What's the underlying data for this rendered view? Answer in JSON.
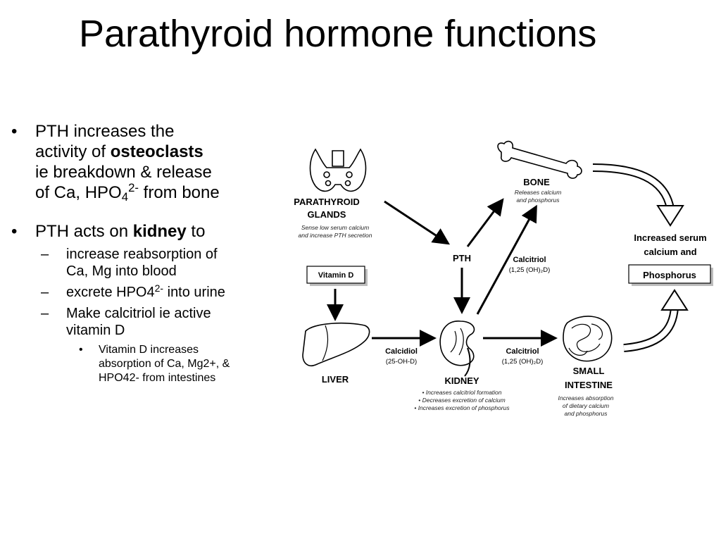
{
  "title": "Parathyroid hormone functions",
  "bullets": {
    "b1": {
      "line1": "PTH increases the",
      "line2_pre": "activity of ",
      "line2_bold": "osteoclasts",
      "line3": "ie breakdown & release",
      "line4_pre": "of Ca, HPO",
      "line4_sub": "4",
      "line4_sup": "2-",
      "line4_post": " from bone"
    },
    "b2": {
      "text_pre": "PTH acts on ",
      "text_bold": "kidney",
      "text_post": " to",
      "sub1_line1": "increase reabsorption of",
      "sub1_line2": "Ca, Mg into blood",
      "sub2_pre": "excrete HPO4",
      "sub2_sup": "2-",
      "sub2_post": " into urine",
      "sub3_line1": "Make calcitriol ie active",
      "sub3_line2": "vitamin D",
      "subsub_line1": "Vitamin D increases",
      "subsub_line2": "absorption of Ca, Mg2+, &",
      "subsub_line3": "HPO42- from intestines"
    }
  },
  "diagram": {
    "parathyroid_l1": "PARATHYROID",
    "parathyroid_l2": "GLANDS",
    "parathyroid_cap1": "Sense low serum calcium",
    "parathyroid_cap2": "and  increase PTH secretion",
    "pth": "PTH",
    "bone": "BONE",
    "bone_cap1": "Releases calcium",
    "bone_cap2": "and phosphorus",
    "vitamin_d": "Vitamin D",
    "calcitriol_top": "Calcitriol",
    "calcitriol_top_formula": "(1,25 (OH)₂D)",
    "increased_l1": "Increased serum",
    "increased_l2": "calcium and",
    "phosphorus": "Phosphorus",
    "liver": "LIVER",
    "calcidiol": "Calcidiol",
    "calcidiol_formula": "(25-OH-D)",
    "kidney": "KIDNEY",
    "kidney_cap1": "• Increases calcitriol formation",
    "kidney_cap2": "• Decreases excretion of calcium",
    "kidney_cap3": "• Increases excretion of phosphorus",
    "calcitriol_right": "Calcitriol",
    "calcitriol_right_formula": "(1,25 (OH)₂D)",
    "small": "SMALL",
    "intestine": "INTESTINE",
    "intestine_cap1": "Increases absorption",
    "intestine_cap2": "of dietary calcium",
    "intestine_cap3": "and phosphorus"
  },
  "colors": {
    "text": "#000000",
    "background": "#ffffff",
    "box_fill": "#ffffff",
    "box_shadow": "#bdbdbd"
  }
}
